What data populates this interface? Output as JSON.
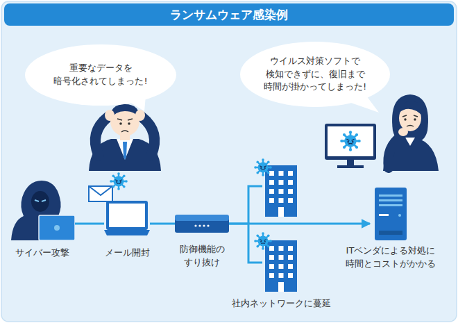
{
  "diagram": {
    "title": "ランサムウェア感染例",
    "nodes": [
      {
        "text": [
          "重要なデータを 暗号化されてしまった!"
        ]
      },
      {
        "text": [
          "ウイルス対策ソフトで 検知できずに、復旧まで 時間が掛かってしまった!"
        ]
      },
      {
        "text": [
          "サイバー攻撃"
        ]
      },
      {
        "text": [
          "メール開封"
        ]
      },
      {
        "text": [
          "防御機能の すり抜け"
        ]
      },
      {
        "text": [
          "社内ネットワークに蔓延"
        ]
      },
      {
        "text": [
          "ITベンダによる対処に 時間とコストがかかる"
        ]
      }
    ],
    "edges": [
      {
        "from": 2,
        "to": 3,
        "arrow": "none"
      },
      {
        "from": 3,
        "to": 4,
        "arrow": "none"
      },
      {
        "from": 4,
        "to": 5,
        "arrow": "none"
      },
      {
        "from": 4,
        "to": 6,
        "arrow": "to"
      }
    ]
  }
}
